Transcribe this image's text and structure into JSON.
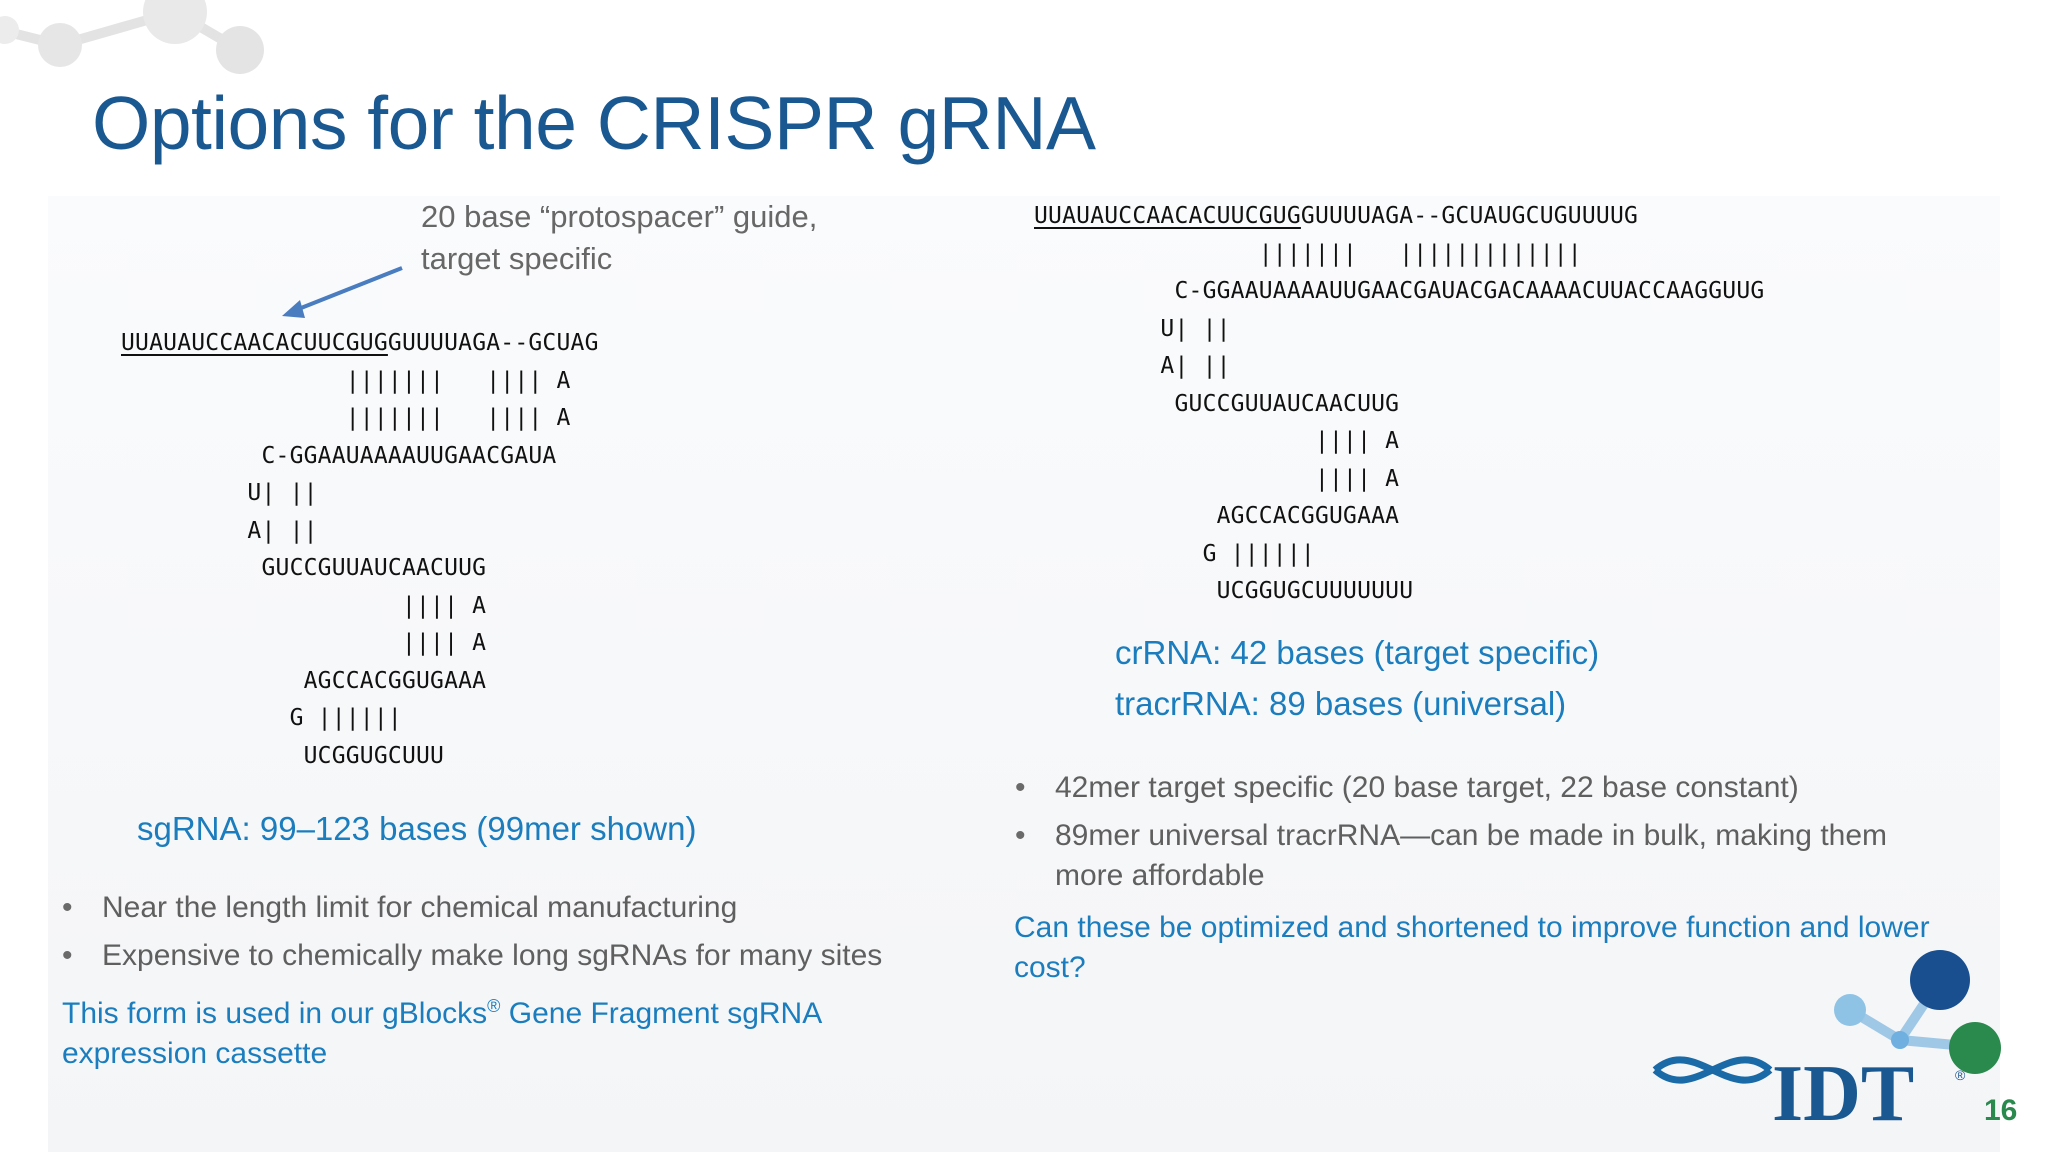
{
  "title": "Options for the CRISPR gRNA",
  "callout": {
    "line1": "20 base “protospacer” guide,",
    "line2": "target specific"
  },
  "sgrna": {
    "seq_head_underlined": "UUAUAUCCAACACUUCGUG",
    "seq_head_rest": "GUUUUAGA--GCUAG",
    "structure_lines": [
      "                |||||||   |||| A",
      "                |||||||   |||| A",
      "          C-GGAAUAAAAUUGAACGAUA",
      "         U| ||",
      "         A| ||",
      "          GUCCGUUAUCAACUUG",
      "                    |||| A",
      "                    |||| A",
      "             AGCCACGGUGAAA",
      "            G ||||||",
      "             UCGGUGCUUU"
    ],
    "label": "sgRNA: 99–123 bases (99mer shown)",
    "bullets": [
      "Near the length limit for chemical manufacturing",
      "Expensive to chemically make long sgRNAs for many sites"
    ],
    "note_prefix": "This form is used in our gBlocks",
    "note_reg": "®",
    "note_suffix": " Gene Fragment sgRNA expression cassette"
  },
  "crrna_tracr": {
    "seq_head_underlined": "UUAUAUCCAACACUUCGUG",
    "seq_head_rest": "GUUUUAGA--GCUAUGCUGUUUUG",
    "structure_lines": [
      "                |||||||   |||||||||||||",
      "          C-GGAAUAAAAUUGAACGAUACGACAAAACUUACCAAGGUUG",
      "         U| ||",
      "         A| ||",
      "          GUCCGUUAUCAACUUG",
      "                    |||| A",
      "                    |||| A",
      "             AGCCACGGUGAAA",
      "            G ||||||",
      "             UCGGUGCUUUUUUU"
    ],
    "label_crrna": "crRNA: 42 bases (target specific)",
    "label_tracr": "tracrRNA: 89 bases (universal)",
    "bullets": [
      "42mer target specific (20 base target, 22 base constant)",
      "89mer universal tracrRNA—can be made in bulk, making them more affordable"
    ],
    "note": "Can these be optimized and shortened to improve function and lower cost?"
  },
  "logo": {
    "text": "IDT",
    "reg": "®"
  },
  "page_number": "16",
  "colors": {
    "title_blue": "#1a5891",
    "accent_blue": "#1b7dbd",
    "body_gray": "#5f5f5f",
    "page_number_green": "#2a8a4d"
  }
}
